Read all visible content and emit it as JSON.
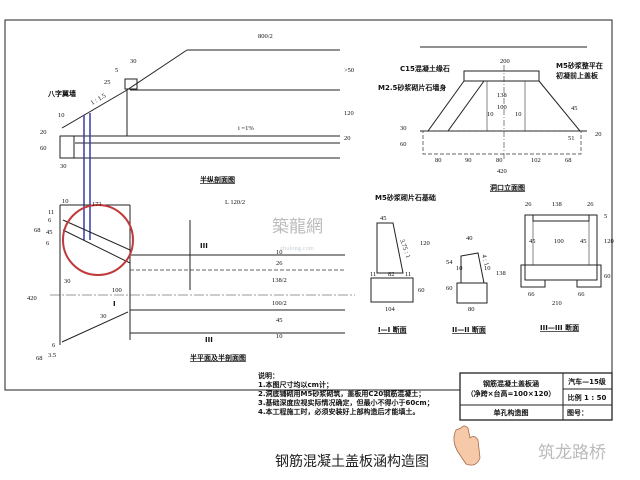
{
  "drawing": {
    "views": {
      "half_longitudinal": "半纵剖面图",
      "half_plan": "半平面及半剖面图",
      "portal_elevation": "洞口立面图",
      "section_1": "I—I 断面",
      "section_2": "II—II 断面",
      "section_3": "III—III 断面"
    },
    "labels": {
      "wing_wall": "八字翼墙",
      "slope": "1 : 1.5",
      "gradient": "i =1%",
      "c15_curb": "C15混凝土缘石",
      "m25_wall": "M2.5砂浆砌片石墙身",
      "m5_leveling_1": "M5砂浆整平在",
      "m5_leveling_2": "初凝前上盖板",
      "m5_foundation": "M5砂浆砌片石基础",
      "cut_3": "III",
      "cut_1": "I",
      "batter_1": "3.75 : 1",
      "batter_2": "4 : 1"
    },
    "dimensions": {
      "long": [
        "800/2",
        "30",
        "5",
        "25",
        "10",
        "20",
        "60",
        "30",
        ">50",
        "120",
        "20"
      ],
      "elev": [
        "200",
        "138",
        "100",
        "10",
        "10",
        "45",
        "30",
        "60",
        "51",
        "20",
        "80",
        "90",
        "80",
        "102",
        "68",
        "420"
      ],
      "plan": [
        "10",
        "171",
        "L 120/2",
        "11",
        "6",
        "68",
        "45",
        "6",
        "420",
        "30",
        "100",
        "30",
        "10",
        "26",
        "138/2",
        "100/2",
        "45",
        "10",
        "6",
        "3.5",
        "68"
      ],
      "sec1": [
        "45",
        "11",
        "82",
        "11",
        "60",
        "104",
        "120"
      ],
      "sec2": [
        "40",
        "54",
        "10",
        "10",
        "60",
        "138",
        "80"
      ],
      "sec3": [
        "26",
        "138",
        "26",
        "45",
        "100",
        "45",
        "120",
        "60",
        "66",
        "66",
        "210",
        "5"
      ]
    },
    "notes": {
      "heading": "说明：",
      "items": [
        "1.本图尺寸均以cm计；",
        "2.洞底铺砌用M5砂浆砌筑，盖板用C20钢筋混凝土；",
        "3.基础深度应视实际情况确定，但最小不得小于60cm；",
        "4.本工程施工时，必须安装好上部构造后才能填土。"
      ]
    },
    "title_block": {
      "name_1": "钢筋混凝土盖板涵",
      "name_2": "（净跨×台高=100×120）",
      "load": "汽车—15级",
      "scale": "比例 1 : 50",
      "type": "单孔构造图",
      "drawing_no": "图号："
    }
  },
  "caption": "钢筋混凝土盖板涵构造图",
  "watermarks": {
    "center": "築龍網",
    "center_sub": "zhulong.com",
    "corner": "筑龙路桥"
  },
  "colors": {
    "annotation_circle": "#c0393b",
    "annotation_line": "#3a3aa8"
  }
}
